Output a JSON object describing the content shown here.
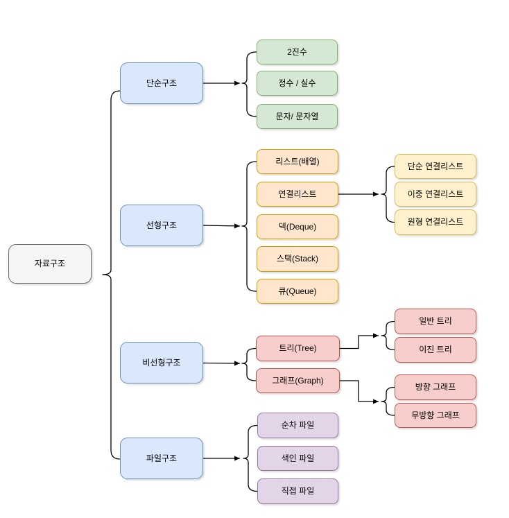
{
  "diagram": {
    "kind": "tree-classification-diagram",
    "root_label": "자료구조",
    "text_color": "#000000",
    "line_color": "#000000",
    "background": "#ffffff"
  },
  "palette": {
    "gray": {
      "fill": "#f5f5f5",
      "stroke": "#666666"
    },
    "blue": {
      "fill": "#dae8fc",
      "stroke": "#6c8ebf"
    },
    "green": {
      "fill": "#d5e8d4",
      "stroke": "#82b366"
    },
    "orange": {
      "fill": "#ffe6cc",
      "stroke": "#d79b00"
    },
    "yellow": {
      "fill": "#fff2cc",
      "stroke": "#d6b656"
    },
    "red": {
      "fill": "#f8cecc",
      "stroke": "#b85450"
    },
    "purple": {
      "fill": "#e1d5e7",
      "stroke": "#9673a6"
    }
  },
  "nodes": [
    {
      "id": "root",
      "label": "자료구조",
      "color": "gray",
      "parent": null
    },
    {
      "id": "simple",
      "label": "단순구조",
      "color": "blue",
      "parent": "root"
    },
    {
      "id": "linear",
      "label": "선형구조",
      "color": "blue",
      "parent": "root"
    },
    {
      "id": "nonlinear",
      "label": "비선형구조",
      "color": "blue",
      "parent": "root"
    },
    {
      "id": "file",
      "label": "파일구조",
      "color": "blue",
      "parent": "root"
    },
    {
      "id": "binary",
      "label": "2진수",
      "color": "green",
      "parent": "simple"
    },
    {
      "id": "int-real",
      "label": "정수 / 실수",
      "color": "green",
      "parent": "simple"
    },
    {
      "id": "char-string",
      "label": "문자/ 문자열",
      "color": "green",
      "parent": "simple"
    },
    {
      "id": "list-array",
      "label": "리스트(배열)",
      "color": "orange",
      "parent": "linear"
    },
    {
      "id": "linked-list",
      "label": "연결리스트",
      "color": "orange",
      "parent": "linear"
    },
    {
      "id": "deque",
      "label": "덱(Deque)",
      "color": "orange",
      "parent": "linear"
    },
    {
      "id": "stack",
      "label": "스택(Stack)",
      "color": "orange",
      "parent": "linear"
    },
    {
      "id": "queue",
      "label": "큐(Queue)",
      "color": "orange",
      "parent": "linear"
    },
    {
      "id": "singly-list",
      "label": "단순 연결리스트",
      "color": "yellow",
      "parent": "linked-list"
    },
    {
      "id": "doubly-list",
      "label": "이중 연결리스트",
      "color": "yellow",
      "parent": "linked-list"
    },
    {
      "id": "circular-list",
      "label": "원형 연결리스트",
      "color": "yellow",
      "parent": "linked-list"
    },
    {
      "id": "tree",
      "label": "트리(Tree)",
      "color": "red",
      "parent": "nonlinear"
    },
    {
      "id": "graph",
      "label": "그래프(Graph)",
      "color": "red",
      "parent": "nonlinear"
    },
    {
      "id": "general-tree",
      "label": "일반 트리",
      "color": "red",
      "parent": "tree"
    },
    {
      "id": "binary-tree",
      "label": "이진 트리",
      "color": "red",
      "parent": "tree"
    },
    {
      "id": "directed-graph",
      "label": "방향 그래프",
      "color": "red",
      "parent": "graph"
    },
    {
      "id": "undirected-graph",
      "label": "무방향 그래프",
      "color": "red",
      "parent": "graph"
    },
    {
      "id": "sequential-file",
      "label": "순차 파일",
      "color": "purple",
      "parent": "file"
    },
    {
      "id": "index-file",
      "label": "색인 파일",
      "color": "purple",
      "parent": "file"
    },
    {
      "id": "direct-file",
      "label": "직접 파일",
      "color": "purple",
      "parent": "file"
    }
  ]
}
